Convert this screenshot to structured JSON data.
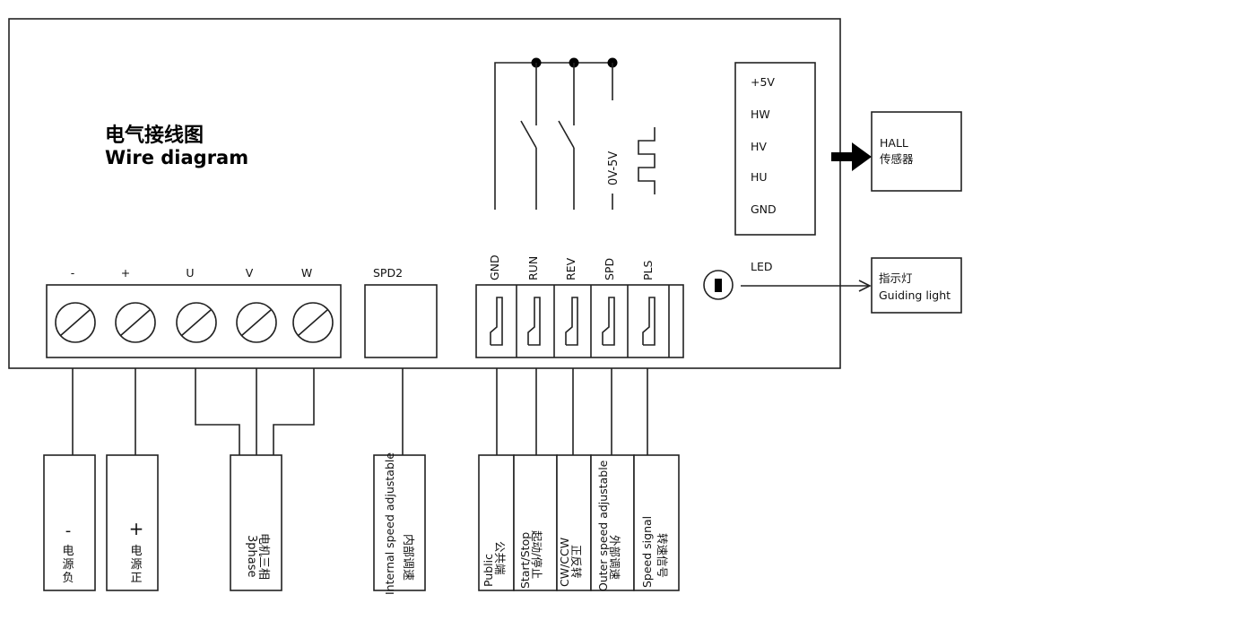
{
  "title": {
    "zh": "电气接线图",
    "en": "Wire diagram"
  },
  "power_terminals": [
    {
      "label": "-"
    },
    {
      "label": "+"
    },
    {
      "label": "U"
    },
    {
      "label": "V"
    },
    {
      "label": "W"
    }
  ],
  "spd2": {
    "label": "SPD2"
  },
  "signal_terminals": [
    {
      "label": "GND"
    },
    {
      "label": "RUN"
    },
    {
      "label": "REV"
    },
    {
      "label": "SPD"
    },
    {
      "label": "PLS"
    }
  ],
  "voltage_label": "0V-5V",
  "hall_connector": {
    "pins": [
      "+5V",
      "HW",
      "HV",
      "HU",
      "GND"
    ]
  },
  "hall_sensor": {
    "en": "HALL",
    "zh": "传感器"
  },
  "led": {
    "label": "LED"
  },
  "guiding_light": {
    "zh": "指示灯",
    "en": "Guiding light"
  },
  "bottom_labels": {
    "power_neg": {
      "symbol": "-",
      "zh": [
        "电",
        "源",
        "负"
      ]
    },
    "power_pos": {
      "symbol": "+",
      "zh": [
        "电",
        "源",
        "正"
      ]
    },
    "motor": {
      "zh": "电机三相",
      "en": "3phase"
    },
    "internal_speed": {
      "en": "Internal speed adjustable",
      "zh": "内部调速"
    },
    "public": {
      "en": "Public",
      "zh": "公共端"
    },
    "start_stop": {
      "en": "Start/Stop",
      "zh": "起动/停止"
    },
    "cw_ccw": {
      "en": "CW/CCW",
      "zh": "正反转"
    },
    "outer_speed": {
      "en": "Outer speed adjustable",
      "zh": "外部调速"
    },
    "speed_signal": {
      "en": "Speed signal",
      "zh": "转速信号"
    }
  }
}
